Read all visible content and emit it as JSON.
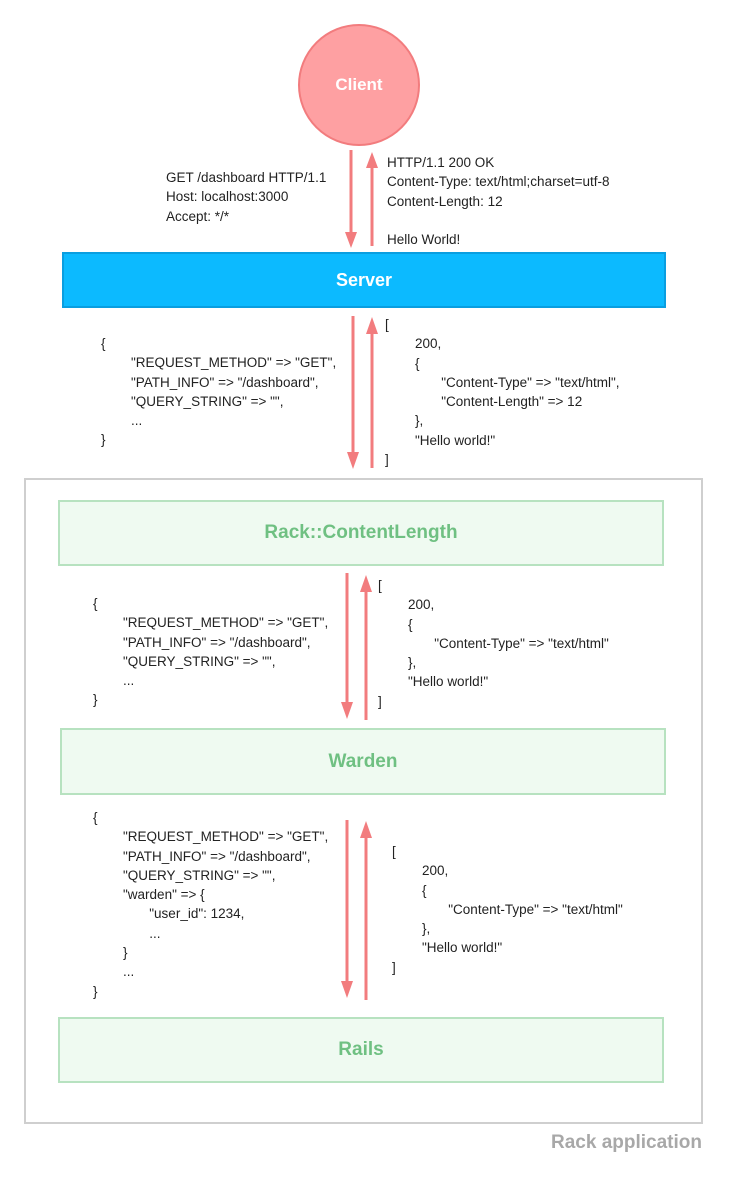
{
  "nodes": {
    "client": "Client",
    "server": "Server",
    "content_length": "Rack::ContentLength",
    "warden": "Warden",
    "rails": "Rails",
    "rack_application": "Rack application"
  },
  "messages": {
    "http_request": "GET /dashboard HTTP/1.1\nHost: localhost:3000\nAccept: */*",
    "http_response": "HTTP/1.1 200 OK\nContent-Type: text/html;charset=utf-8\nContent-Length: 12\n\nHello World!",
    "server_env": "{\n        \"REQUEST_METHOD\" => \"GET\",\n        \"PATH_INFO\" => \"/dashboard\",\n        \"QUERY_STRING\" => \"\",\n        ...\n}",
    "server_response": "[\n        200,\n        {\n               \"Content-Type\" => \"text/html\",\n               \"Content-Length\" => 12\n        },\n        \"Hello world!\"\n]",
    "cl_env": "{\n        \"REQUEST_METHOD\" => \"GET\",\n        \"PATH_INFO\" => \"/dashboard\",\n        \"QUERY_STRING\" => \"\",\n        ...\n}",
    "cl_response": "[\n        200,\n        {\n               \"Content-Type\" => \"text/html\"\n        },\n        \"Hello world!\"\n]",
    "warden_env": "{\n        \"REQUEST_METHOD\" => \"GET\",\n        \"PATH_INFO\" => \"/dashboard\",\n        \"QUERY_STRING\" => \"\",\n        \"warden\" => {\n               \"user_id\": 1234,\n               ...\n        }\n        ...\n}",
    "warden_response": "[\n        200,\n        {\n               \"Content-Type\" => \"text/html\"\n        },\n        \"Hello world!\"\n]"
  },
  "colors": {
    "arrow": "#f27c7e",
    "client_fill": "#fea0a2",
    "server_fill": "#0cbaff",
    "middleware_fill": "#effaf1",
    "middleware_border": "#b7e2c0",
    "middleware_text": "#6fc082",
    "frame": "#cfcfcf"
  }
}
